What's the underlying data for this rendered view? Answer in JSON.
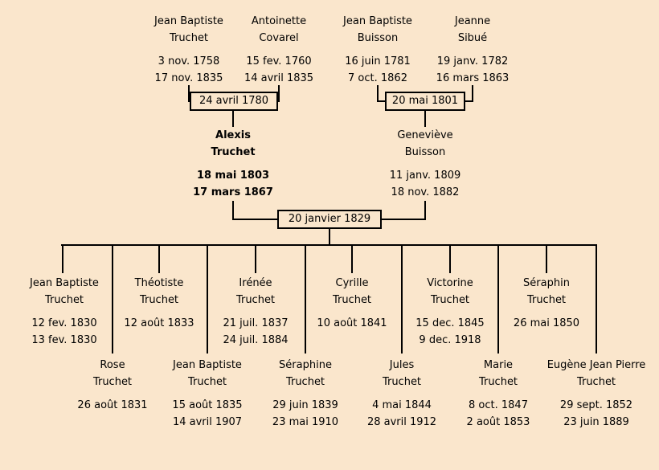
{
  "chart": {
    "type": "family-tree",
    "background_color": "#fae6cc",
    "line_color": "#000000",
    "text_color": "#000000"
  },
  "grandparents": [
    {
      "given": "Jean Baptiste",
      "surname": "Truchet",
      "birth": "3 nov. 1758",
      "death": "17 nov. 1835"
    },
    {
      "given": "Antoinette",
      "surname": "Covarel",
      "birth": "15 fev. 1760",
      "death": "14 avril 1835"
    },
    {
      "given": "Jean Baptiste",
      "surname": "Buisson",
      "birth": "16 juin 1781",
      "death": "7 oct. 1862"
    },
    {
      "given": "Jeanne",
      "surname": "Sibué",
      "birth": "19 janv. 1782",
      "death": "16 mars 1863"
    }
  ],
  "marriages": [
    {
      "date": "24 avril 1780"
    },
    {
      "date": "20 mai 1801"
    },
    {
      "date": "20 janvier 1829"
    }
  ],
  "parents": [
    {
      "given": "Alexis",
      "surname": "Truchet",
      "birth": "18 mai 1803",
      "death": "17 mars 1867"
    },
    {
      "given": "Geneviève",
      "surname": "Buisson",
      "birth": "11 janv. 1809",
      "death": "18 nov. 1882"
    }
  ],
  "children_upper_row": [
    {
      "given": "Jean Baptiste",
      "surname": "Truchet",
      "birth": "12 fev. 1830",
      "death": "13 fev. 1830"
    },
    {
      "given": "Théotiste",
      "surname": "Truchet",
      "birth": "12 août 1833",
      "death": ""
    },
    {
      "given": "Irénée",
      "surname": "Truchet",
      "birth": "21 juil. 1837",
      "death": "24 juil. 1884"
    },
    {
      "given": "Cyrille",
      "surname": "Truchet",
      "birth": "10 août 1841",
      "death": ""
    },
    {
      "given": "Victorine",
      "surname": "Truchet",
      "birth": "15 dec. 1845",
      "death": "9 dec. 1918"
    },
    {
      "given": "Séraphin",
      "surname": "Truchet",
      "birth": "26 mai 1850",
      "death": ""
    }
  ],
  "children_lower_row": [
    {
      "given": "Rose",
      "surname": "Truchet",
      "birth": "26 août 1831",
      "death": ""
    },
    {
      "given": "Jean Baptiste",
      "surname": "Truchet",
      "birth": "15 août 1835",
      "death": "14 avril 1907"
    },
    {
      "given": "Séraphine",
      "surname": "Truchet",
      "birth": "29 juin 1839",
      "death": "23 mai 1910"
    },
    {
      "given": "Jules",
      "surname": "Truchet",
      "birth": "4 mai 1844",
      "death": "28 avril 1912"
    },
    {
      "given": "Marie",
      "surname": "Truchet",
      "birth": "8 oct. 1847",
      "death": "2 août 1853"
    },
    {
      "given": "Eugène Jean Pierre",
      "surname": "Truchet",
      "birth": "29 sept. 1852",
      "death": "23 juin 1889"
    }
  ]
}
